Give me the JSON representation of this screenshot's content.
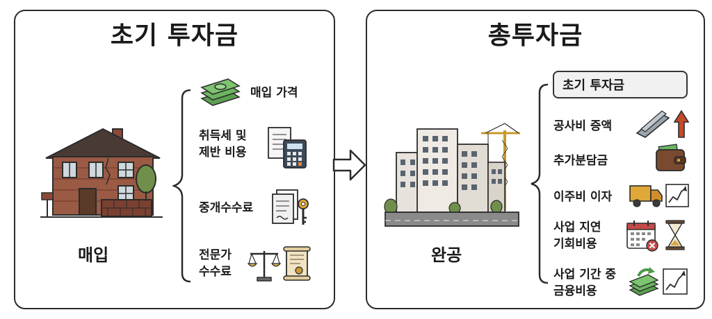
{
  "left": {
    "title": "초기 투자금",
    "caption": "매입",
    "items": [
      {
        "label": "매입 가격",
        "icon": "money-stack-icon"
      },
      {
        "label": "취득세 및\n제반 비용",
        "icon": "document-calculator-icon"
      },
      {
        "label": "중개수수료",
        "icon": "document-key-icon"
      },
      {
        "label": "전문가\n수수료",
        "icon": "scales-scroll-icon"
      }
    ]
  },
  "right": {
    "title": "총투자금",
    "caption": "완공",
    "base_item": "초기 투자금",
    "items": [
      {
        "label": "공사비 증액",
        "icon": "steel-beam-up-arrow-icon"
      },
      {
        "label": "추가분담금",
        "icon": "wallet-icon"
      },
      {
        "label": "이주비 이자",
        "icon": "truck-chart-icon"
      },
      {
        "label": "사업 지연\n기회비용",
        "icon": "calendar-hourglass-icon"
      },
      {
        "label": "사업 기간 중\n금융비용",
        "icon": "money-chart-icon"
      }
    ]
  },
  "colors": {
    "border": "#2b2b2b",
    "brick": "#8c4a36",
    "money": "#4e9a4a",
    "arrow_up": "#c44a2a"
  }
}
